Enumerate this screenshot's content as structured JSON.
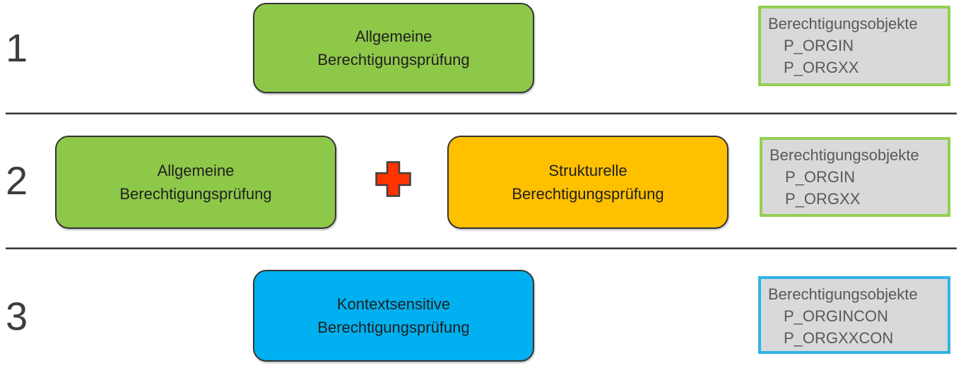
{
  "colors": {
    "green_box_fill": "#8EC849",
    "orange_box_fill": "#FFC000",
    "blue_box_fill": "#00B0F0",
    "plus_icon_fill": "#FF3300",
    "panel_fill": "#D9D9D9",
    "panel_border_green": "#92D050",
    "panel_border_blue": "#2FB3E6",
    "panel_text": "#595959",
    "box_text": "#1f1f1f",
    "number_text": "#3d3d3d",
    "divider": "#3a3a3a"
  },
  "rows": [
    {
      "number": "1",
      "boxes": [
        {
          "lines": [
            "Allgemeine",
            "Berechtigungsprüfung"
          ],
          "color": "green"
        }
      ],
      "panel": {
        "title": "Berechtigungsobjekte",
        "items": [
          "P_ORGIN",
          "P_ORGXX"
        ],
        "border_color": "green"
      }
    },
    {
      "number": "2",
      "boxes": [
        {
          "lines": [
            "Allgemeine",
            "Berechtigungsprüfung"
          ],
          "color": "green"
        },
        {
          "lines": [
            "Strukturelle",
            "Berechtigungsprüfung"
          ],
          "color": "orange"
        }
      ],
      "plus_icon": "plus-icon",
      "panel": {
        "title": "Berechtigungsobjekte",
        "items": [
          "P_ORGIN",
          "P_ORGXX"
        ],
        "border_color": "green"
      }
    },
    {
      "number": "3",
      "boxes": [
        {
          "lines": [
            "Kontextsensitive",
            "Berechtigungsprüfung"
          ],
          "color": "blue"
        }
      ],
      "panel": {
        "title": "Berechtigungsobjekte",
        "items": [
          "P_ORGINCON",
          "P_ORGXXCON"
        ],
        "border_color": "blue"
      }
    }
  ]
}
